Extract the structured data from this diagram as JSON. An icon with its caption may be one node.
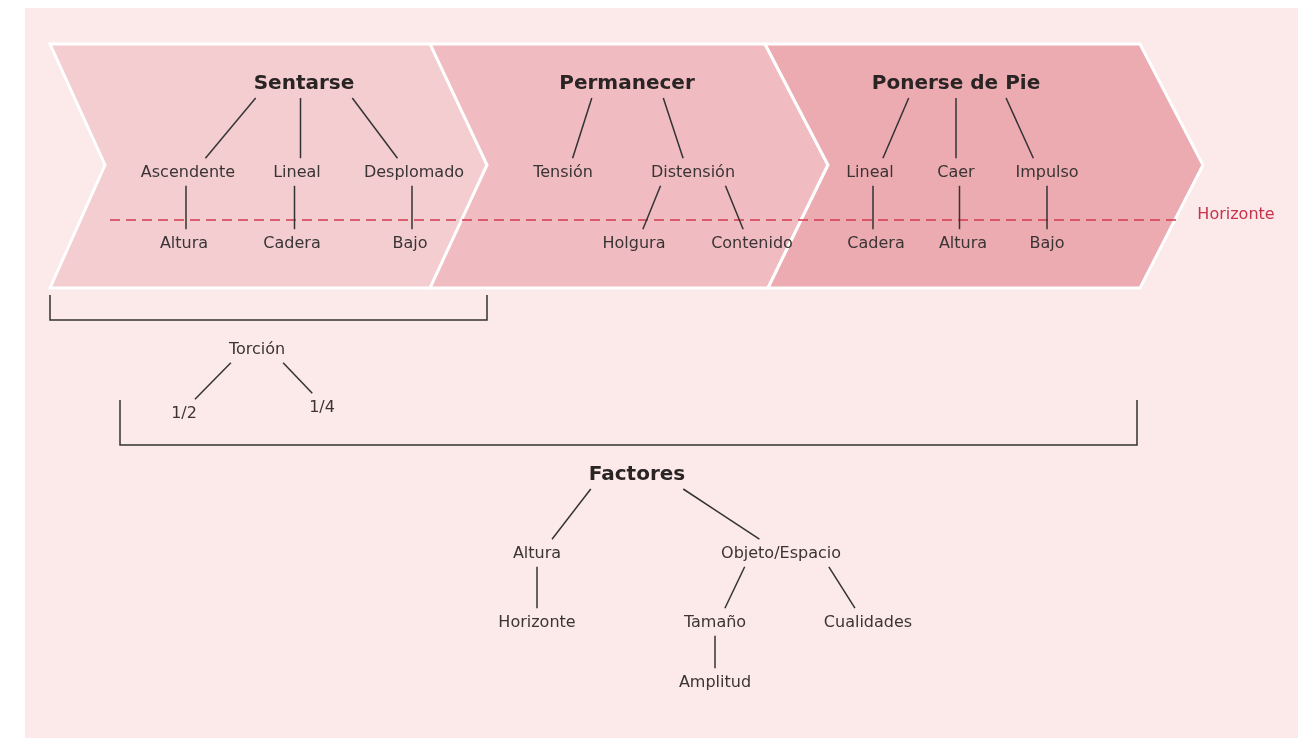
{
  "diagram": {
    "nodes": [
      {
        "text": [],
        "shape": "chevron"
      },
      {
        "text": [
          "Sentarse"
        ],
        "in": 0
      },
      {
        "text": [
          "Ascendente"
        ],
        "in": 0
      },
      {
        "text": [
          "Lineal"
        ],
        "in": 0
      },
      {
        "text": [
          "Desplomado"
        ],
        "in": 0
      },
      {
        "text": [
          "Altura"
        ],
        "in": 0
      },
      {
        "text": [
          "Cadera"
        ],
        "in": 0
      },
      {
        "text": [
          "Bajo"
        ],
        "in": 0
      },
      {
        "text": [],
        "shape": "chevron"
      },
      {
        "text": [
          "Permanecer"
        ],
        "in": 8
      },
      {
        "text": [
          "Tensión"
        ],
        "in": 8
      },
      {
        "text": [
          "Distensión"
        ],
        "in": 8
      },
      {
        "text": [
          "Holgura"
        ],
        "in": 8
      },
      {
        "text": [
          "Contenido"
        ],
        "in": 8
      },
      {
        "text": [],
        "shape": "chevron"
      },
      {
        "text": [
          "Ponerse de Pie"
        ],
        "in": 14
      },
      {
        "text": [
          "Lineal"
        ],
        "in": 14
      },
      {
        "text": [
          "Caer"
        ],
        "in": 14
      },
      {
        "text": [
          "Impulso"
        ],
        "in": 14
      },
      {
        "text": [
          "Cadera"
        ],
        "in": 14
      },
      {
        "text": [
          "Altura"
        ],
        "in": 14
      },
      {
        "text": [
          "Bajo"
        ],
        "in": 14
      },
      {
        "text": [
          "Torción"
        ]
      },
      {
        "text": [
          "1/2"
        ]
      },
      {
        "text": [
          "1/4"
        ]
      },
      {
        "text": [
          "Factores"
        ]
      },
      {
        "text": [
          "Altura"
        ]
      },
      {
        "text": [
          "Objeto/Espacio"
        ]
      },
      {
        "text": [
          "Horizonte"
        ]
      },
      {
        "text": [
          "Tamaño"
        ]
      },
      {
        "text": [
          "Cualidades"
        ]
      },
      {
        "text": [
          "Amplitud"
        ]
      }
    ],
    "edges": [
      {
        "from": 1,
        "to": 2,
        "arrow": "none"
      },
      {
        "from": 1,
        "to": 3,
        "arrow": "none"
      },
      {
        "from": 1,
        "to": 4,
        "arrow": "none"
      },
      {
        "from": 2,
        "to": 5,
        "arrow": "none"
      },
      {
        "from": 3,
        "to": 6,
        "arrow": "none"
      },
      {
        "from": 4,
        "to": 7,
        "arrow": "none"
      },
      {
        "from": 9,
        "to": 10,
        "arrow": "none"
      },
      {
        "from": 9,
        "to": 11,
        "arrow": "none"
      },
      {
        "from": 11,
        "to": 12,
        "arrow": "none"
      },
      {
        "from": 11,
        "to": 13,
        "arrow": "none"
      },
      {
        "from": 15,
        "to": 16,
        "arrow": "none"
      },
      {
        "from": 15,
        "to": 17,
        "arrow": "none"
      },
      {
        "from": 15,
        "to": 18,
        "arrow": "none"
      },
      {
        "from": 16,
        "to": 19,
        "arrow": "none"
      },
      {
        "from": 17,
        "to": 20,
        "arrow": "none"
      },
      {
        "from": 18,
        "to": 21,
        "arrow": "none"
      },
      {
        "from": 22,
        "to": 23,
        "arrow": "none"
      },
      {
        "from": 22,
        "to": 24,
        "arrow": "none"
      },
      {
        "from": 25,
        "to": 26,
        "arrow": "none"
      },
      {
        "from": 25,
        "to": 27,
        "arrow": "none"
      },
      {
        "from": 26,
        "to": 28,
        "arrow": "none"
      },
      {
        "from": 27,
        "to": 29,
        "arrow": "none"
      },
      {
        "from": 27,
        "to": 30,
        "arrow": "none"
      },
      {
        "from": 29,
        "to": 31,
        "arrow": "none"
      }
    ],
    "labels": [
      "Horizonte"
    ]
  }
}
